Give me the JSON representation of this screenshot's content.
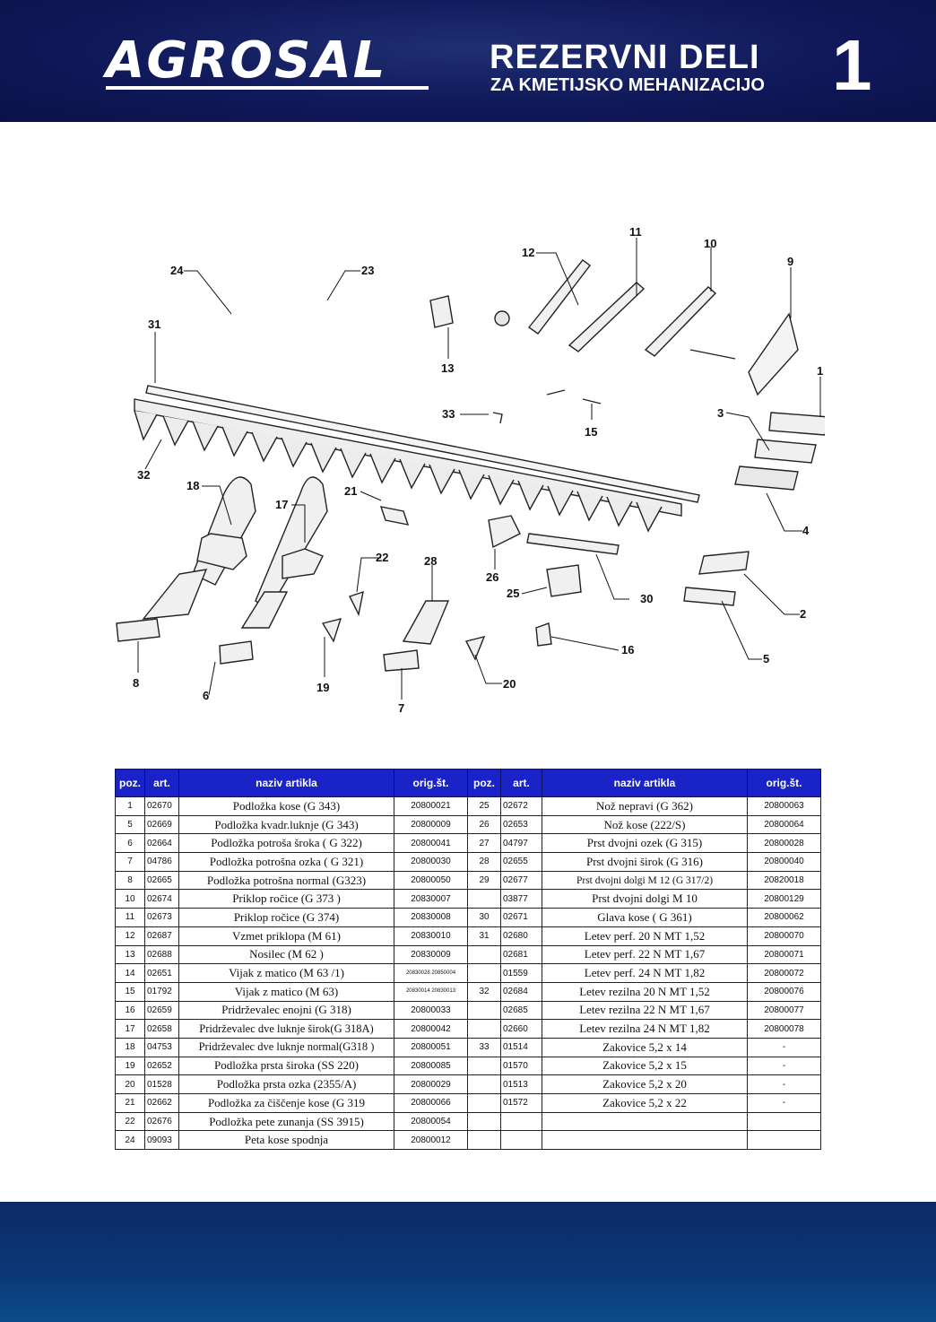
{
  "header": {
    "brand": "AGROSAL",
    "title": "REZERVNI DELI",
    "subtitle": "ZA KMETIJSKO MEHANIZACIJO",
    "page_number": "1"
  },
  "diagram": {
    "labels": [
      "24",
      "23",
      "31",
      "12",
      "11",
      "10",
      "9",
      "13",
      "1",
      "3",
      "33",
      "15",
      "32",
      "18",
      "17",
      "21",
      "4",
      "22",
      "28",
      "26",
      "2",
      "25",
      "30",
      "5",
      "16",
      "8",
      "6",
      "19",
      "7",
      "20"
    ]
  },
  "table": {
    "headers": [
      "poz.",
      "art.",
      "naziv artikla",
      "orig.št.",
      "poz.",
      "art.",
      "naziv artikla",
      "orig.št."
    ],
    "left_rows": [
      {
        "poz": "1",
        "art": "02670",
        "name": "Podložka kose (G 343)",
        "orig": "20800021"
      },
      {
        "poz": "5",
        "art": "02669",
        "name": "Podložka kvadr.luknje (G 343)",
        "orig": "20800009"
      },
      {
        "poz": "6",
        "art": "02664",
        "name": "Podložka potroša šroka ( G 322)",
        "orig": "20800041"
      },
      {
        "poz": "7",
        "art": "04786",
        "name": "Podložka potrošna ozka ( G 321)",
        "orig": "20800030"
      },
      {
        "poz": "8",
        "art": "02665",
        "name": "Podložka potrošna normal (G323)",
        "orig": "20800050"
      },
      {
        "poz": "10",
        "art": "02674",
        "name": "Priklop ročice (G 373 )",
        "orig": "20830007"
      },
      {
        "poz": "11",
        "art": "02673",
        "name": "Priklop ročice (G 374)",
        "orig": "20830008"
      },
      {
        "poz": "12",
        "art": "02687",
        "name": "Vzmet priklopa (M 61)",
        "orig": "20830010"
      },
      {
        "poz": "13",
        "art": "02688",
        "name": "Nosilec (M 62 )",
        "orig": "20830009"
      },
      {
        "poz": "14",
        "art": "02651",
        "name": "Vijak z matico (M 63 /1)",
        "orig": "20830028 20850004"
      },
      {
        "poz": "15",
        "art": "01792",
        "name": "Vijak z matico (M 63)",
        "orig": "20830014 20830013"
      },
      {
        "poz": "16",
        "art": "02659",
        "name": "Pridrževalec enojni (G 318)",
        "orig": "20800033"
      },
      {
        "poz": "17",
        "art": "02658",
        "name": "Pridrževalec dve luknje širok(G 318A)",
        "orig": "20800042"
      },
      {
        "poz": "18",
        "art": "04753",
        "name": "Pridrževalec dve luknje normal(G318 )",
        "orig": "20800051"
      },
      {
        "poz": "19",
        "art": "02652",
        "name": "Podložka prsta široka (SS 220)",
        "orig": "20800085"
      },
      {
        "poz": "20",
        "art": "01528",
        "name": "Podložka prsta ozka (2355/A)",
        "orig": "20800029"
      },
      {
        "poz": "21",
        "art": "02662",
        "name": "Podložka za čiščenje kose (G 319",
        "orig": "20800066"
      },
      {
        "poz": "22",
        "art": "02676",
        "name": "Podložka pete zunanja (SS 3915)",
        "orig": "20800054"
      },
      {
        "poz": "24",
        "art": "09093",
        "name": "Peta kose spodnja",
        "orig": "20800012"
      }
    ],
    "right_rows": [
      {
        "poz": "25",
        "art": "02672",
        "name": "Nož nepravi (G 362)",
        "orig": "20800063"
      },
      {
        "poz": "26",
        "art": "02653",
        "name": "Nož kose (222/S)",
        "orig": "20800064"
      },
      {
        "poz": "27",
        "art": "04797",
        "name": "Prst dvojni ozek (G 315)",
        "orig": "20800028"
      },
      {
        "poz": "28",
        "art": "02655",
        "name": "Prst dvojni širok (G 316)",
        "orig": "20800040"
      },
      {
        "poz": "29",
        "art": "02677",
        "name": "Prst dvojni dolgi M 12 (G 317/2)",
        "orig": "20820018"
      },
      {
        "poz": "",
        "art": "03877",
        "name": "Prst dvojni dolgi M 10",
        "orig": "20800129"
      },
      {
        "poz": "30",
        "art": "02671",
        "name": "Glava kose ( G 361)",
        "orig": "20800062"
      },
      {
        "poz": "31",
        "art": "02680",
        "name": "Letev perf. 20 N MT 1,52",
        "orig": "20800070"
      },
      {
        "poz": "",
        "art": "02681",
        "name": "Letev perf. 22 N MT 1,67",
        "orig": "20800071"
      },
      {
        "poz": "",
        "art": "01559",
        "name": "Letev perf. 24 N MT 1,82",
        "orig": "20800072"
      },
      {
        "poz": "32",
        "art": "02684",
        "name": "Letev rezilna 20 N MT 1,52",
        "orig": "20800076"
      },
      {
        "poz": "",
        "art": "02685",
        "name": "Letev rezilna 22 N MT 1,67",
        "orig": "20800077"
      },
      {
        "poz": "",
        "art": "02660",
        "name": "Letev rezilna 24 N MT 1,82",
        "orig": "20800078"
      },
      {
        "poz": "33",
        "art": "01514",
        "name": "Zakovice 5,2 x 14",
        "orig": "-"
      },
      {
        "poz": "",
        "art": "01570",
        "name": "Zakovice 5,2 x 15",
        "orig": "-"
      },
      {
        "poz": "",
        "art": "01513",
        "name": "Zakovice 5,2 x 20",
        "orig": "-"
      },
      {
        "poz": "",
        "art": "01572",
        "name": "Zakovice 5,2 x 22",
        "orig": "-"
      },
      {
        "poz": "",
        "art": "",
        "name": "",
        "orig": ""
      },
      {
        "poz": "",
        "art": "",
        "name": "",
        "orig": ""
      }
    ]
  }
}
